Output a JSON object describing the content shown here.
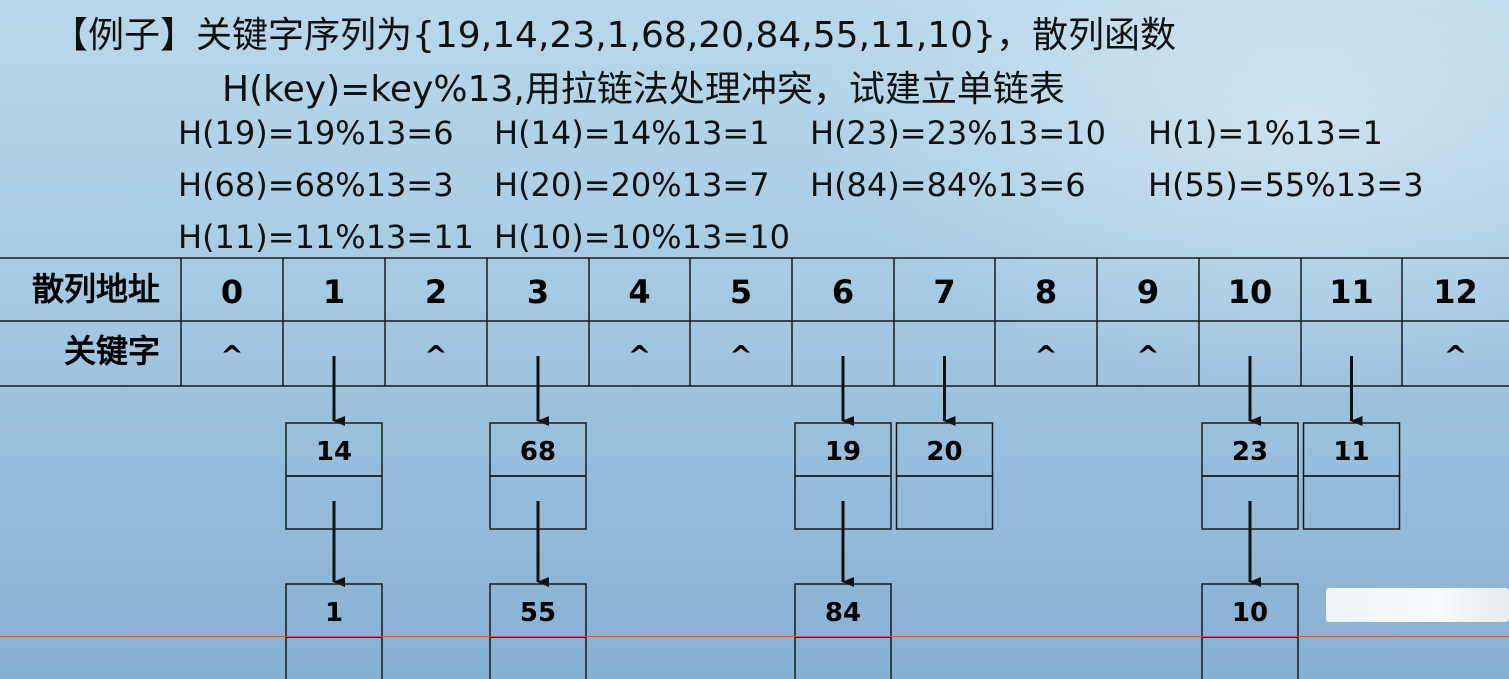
{
  "example": {
    "line1": "【例子】关键字序列为{19,14,23,1,68,20,84,55,11,10}，散列函数",
    "line2": "H(key)=key%13,用拉链法处理冲突，试建立单链表"
  },
  "hash_lines": [
    [
      "H(19)=19%13=6",
      "H(14)=14%13=1",
      "H(23)=23%13=10",
      "H(1)=1%13=1"
    ],
    [
      "H(68)=68%13=3",
      "H(20)=20%13=7",
      "H(84)=84%13=6",
      "H(55)=55%13=3"
    ],
    [
      "H(11)=11%13=11",
      "H(10)=10%13=10"
    ]
  ],
  "table": {
    "row1_label": "散列地址",
    "row2_label": "关键字",
    "addresses": [
      "0",
      "1",
      "2",
      "3",
      "4",
      "5",
      "6",
      "7",
      "8",
      "9",
      "10",
      "11",
      "12"
    ],
    "null_marker": "^",
    "null_slots": [
      0,
      2,
      4,
      5,
      8,
      9,
      12
    ]
  },
  "chains": [
    {
      "slot": 1,
      "keys": [
        "14",
        "1"
      ]
    },
    {
      "slot": 3,
      "keys": [
        "68",
        "55"
      ]
    },
    {
      "slot": 6,
      "keys": [
        "19",
        "84"
      ]
    },
    {
      "slot": 7,
      "keys": [
        "20"
      ]
    },
    {
      "slot": 10,
      "keys": [
        "23",
        "10"
      ]
    },
    {
      "slot": 11,
      "keys": [
        "11"
      ]
    }
  ]
}
